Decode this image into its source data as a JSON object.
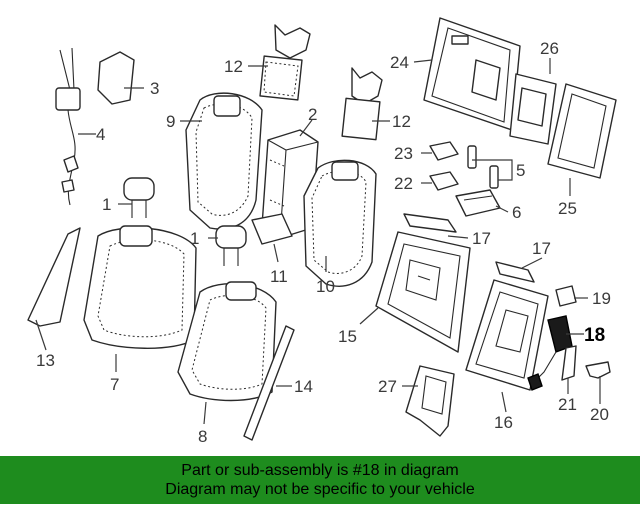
{
  "banner": {
    "line1": "Part or sub-assembly is #18 in diagram",
    "line2": "Diagram may not be specific to your vehicle"
  },
  "colors": {
    "banner": "#1e8c1e",
    "highlight": "#000000",
    "line": "#2a2a2a"
  },
  "callouts": [
    {
      "id": "c1a",
      "label": "1"
    },
    {
      "id": "c1b",
      "label": "1"
    },
    {
      "id": "c2",
      "label": "2"
    },
    {
      "id": "c3",
      "label": "3"
    },
    {
      "id": "c4",
      "label": "4"
    },
    {
      "id": "c5",
      "label": "5"
    },
    {
      "id": "c6",
      "label": "6"
    },
    {
      "id": "c7",
      "label": "7"
    },
    {
      "id": "c8",
      "label": "8"
    },
    {
      "id": "c9",
      "label": "9"
    },
    {
      "id": "c10",
      "label": "10"
    },
    {
      "id": "c11",
      "label": "11"
    },
    {
      "id": "c12a",
      "label": "12"
    },
    {
      "id": "c12b",
      "label": "12"
    },
    {
      "id": "c13",
      "label": "13"
    },
    {
      "id": "c14",
      "label": "14"
    },
    {
      "id": "c15",
      "label": "15"
    },
    {
      "id": "c16",
      "label": "16"
    },
    {
      "id": "c17a",
      "label": "17"
    },
    {
      "id": "c17b",
      "label": "17"
    },
    {
      "id": "c18",
      "label": "18"
    },
    {
      "id": "c19",
      "label": "19"
    },
    {
      "id": "c20",
      "label": "20"
    },
    {
      "id": "c21",
      "label": "21"
    },
    {
      "id": "c22",
      "label": "22"
    },
    {
      "id": "c23",
      "label": "23"
    },
    {
      "id": "c24",
      "label": "24"
    },
    {
      "id": "c25",
      "label": "25"
    },
    {
      "id": "c26",
      "label": "26"
    },
    {
      "id": "c27",
      "label": "27"
    }
  ]
}
